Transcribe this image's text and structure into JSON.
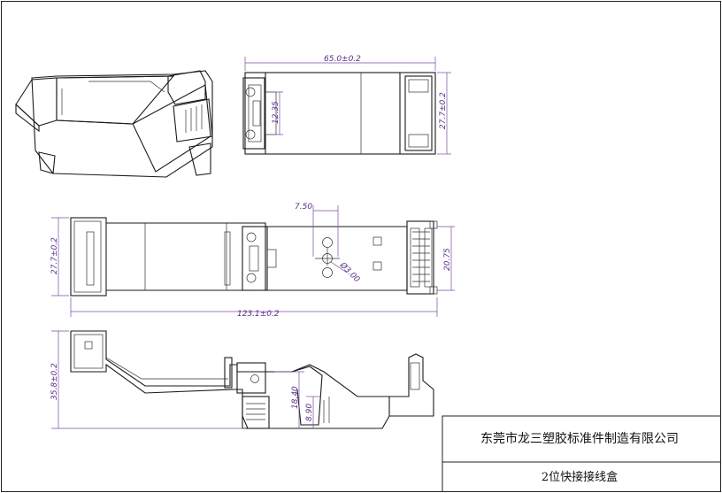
{
  "dimensions": {
    "top_length": "65.0±0.2",
    "top_height": "27.7±0.2",
    "top_hole_spacing": "12.35",
    "plan_left_height": "27.7±0.2",
    "plan_total_length": "123.1±0.2",
    "plan_right_height": "20.75",
    "plan_hole_offset": "7.50",
    "plan_hole_diameter": "Ø3.00",
    "side_height": "35.8±0.2",
    "side_inner_height": "18.40",
    "side_step_height": "8.90"
  },
  "title_block": {
    "company": "东莞市龙三塑胶标准件制造有限公司",
    "product": "2位快接接线盒"
  }
}
